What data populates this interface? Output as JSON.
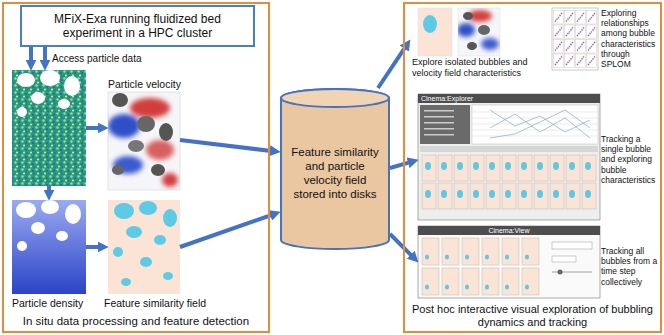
{
  "diagram": {
    "nodes": [
      {
        "text": [
          "In situ data processing and feature detection"
        ]
      },
      {
        "text": [
          "MFiX-Exa running fluidized bed experiment in a HPC cluster"
        ],
        "in": 0
      },
      {
        "text": [
          "Access particle data"
        ],
        "in": 0
      },
      {
        "text": [
          "Particle velocity"
        ],
        "in": 0
      },
      {
        "text": [
          "Particle density"
        ],
        "in": 0
      },
      {
        "text": [
          "Feature similarity field"
        ],
        "in": 0
      },
      {
        "text": [
          "Feature similarity and particle velocity field stored into disks"
        ]
      },
      {
        "text": [
          "Post hoc interactive visual exploration of bubbling dynamics and tracking"
        ]
      },
      {
        "text": [
          "Explore isolated bubbles and velocity field characteristics"
        ],
        "in": 7
      },
      {
        "text": [
          "Cinema:Explorer"
        ],
        "in": 7
      },
      {
        "text": [
          "Cinema:View"
        ],
        "in": 7
      }
    ],
    "edges": [
      {
        "from": 1,
        "to": 2,
        "arrow": "to"
      },
      {
        "from": 1,
        "to": 2,
        "arrow": "to"
      },
      {
        "from": 2,
        "to": 3,
        "arrow": "to"
      },
      {
        "from": 2,
        "to": 4,
        "arrow": "to"
      },
      {
        "from": 4,
        "to": 5,
        "arrow": "to"
      },
      {
        "from": 3,
        "to": 6,
        "arrow": "to"
      },
      {
        "from": 5,
        "to": 6,
        "arrow": "to"
      },
      {
        "from": 6,
        "to": 8,
        "arrow": "to"
      },
      {
        "from": 6,
        "to": 9,
        "arrow": "to"
      },
      {
        "from": 6,
        "to": 10,
        "arrow": "to"
      }
    ],
    "labels": [
      "Exploring relationships among bubble characteristics through SPLOM",
      "Tracking a single bubble and exploring bubble characteristics",
      "Tracking all bubbles from a time step collectively"
    ]
  }
}
